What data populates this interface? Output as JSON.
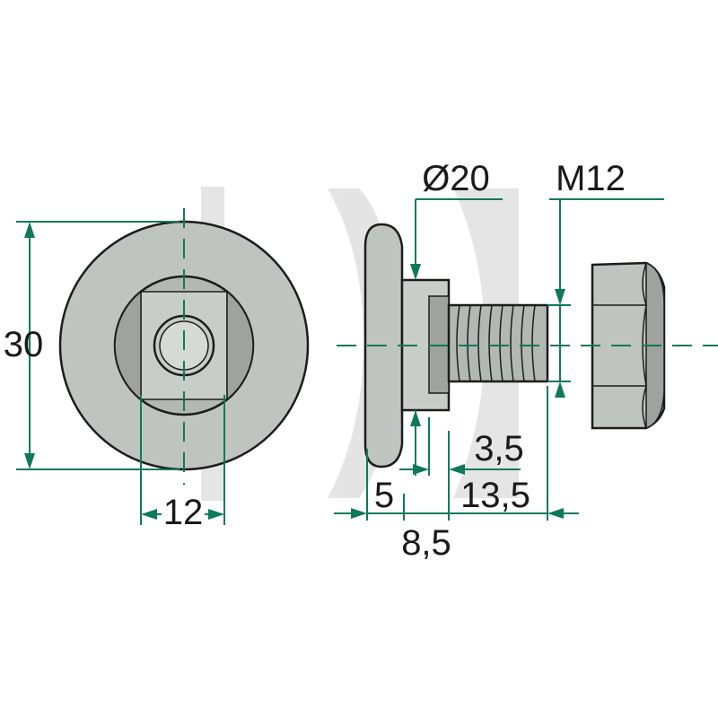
{
  "colors": {
    "dimension": "#0e7a5a",
    "metal": "#bfc4c1",
    "metal_dark": "#9ea39f",
    "outline": "#1c1c1c",
    "watermark": "#c8c8c8"
  },
  "dimensions": {
    "outer_diameter": "30",
    "slot_width": "12",
    "head_diameter": "Ø20",
    "thread": "M12",
    "head_thickness": "5",
    "neck_length": "3,5",
    "shank_length": "8,5",
    "thread_length": "13,5"
  }
}
